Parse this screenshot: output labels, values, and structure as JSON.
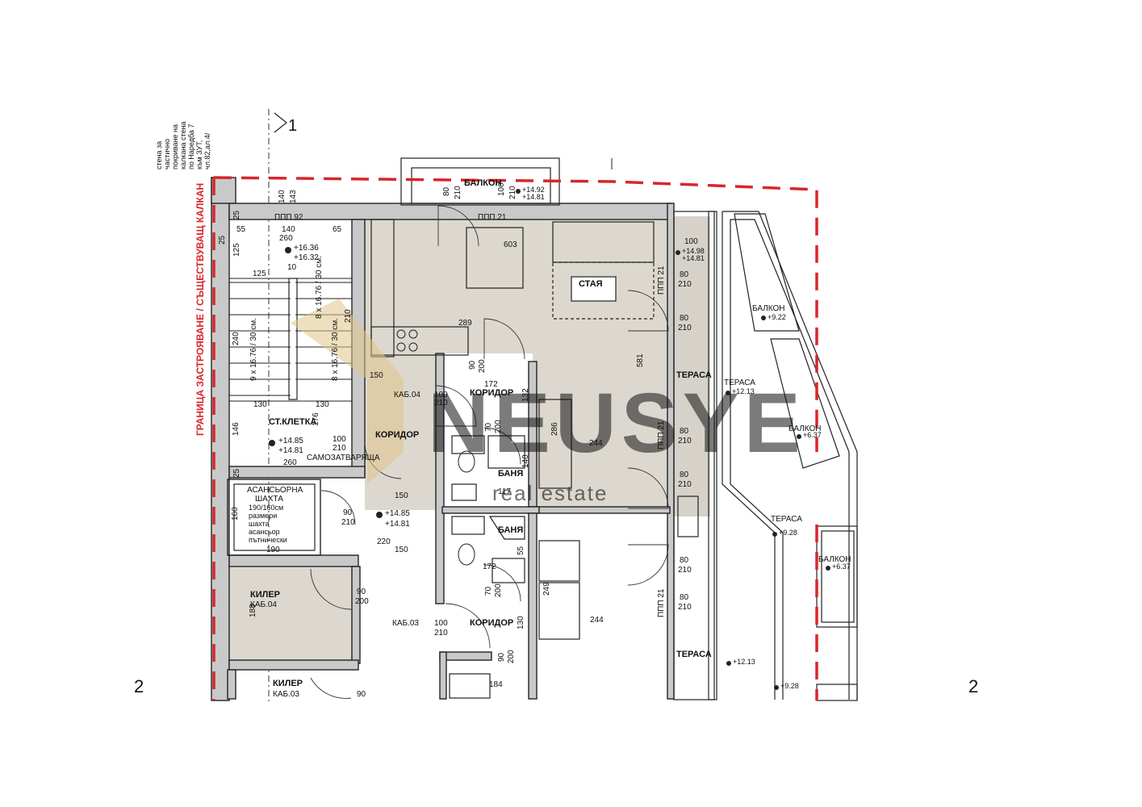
{
  "section_marker": "1",
  "axis_left": "2",
  "axis_right": "2",
  "side_note": [
    "стена за",
    "частично",
    "покриване на",
    "калкана стена",
    "по Наредба 7",
    "към ЗУТ,",
    "чл.82,ал.4/"
  ],
  "boundary_label": "ГРАНИЦА ЗАСТРОЯВАНЕ / СЪЩЕСТВУВАЩ КАЛКАН",
  "rooms": {
    "balcony_top": "БАЛКОН",
    "stair": "СТ.КЛЕТКА",
    "corridor_left": "КОРИДОР",
    "cab04_tag": "КАБ.04",
    "cab03_tag": "КАБ.03",
    "corridor1": "КОРИДОР",
    "corridor2": "КОРИДОР",
    "bath1": "БАНЯ",
    "bath2": "БАНЯ",
    "room": "СТАЯ",
    "terrace1": "ТЕРАСА",
    "terrace2": "ТЕРАСА",
    "terrace3": "ТЕРАСА",
    "terrace4": "ТЕРАСА",
    "balcony_r1": "БАЛКОН",
    "balcony_r2": "БАЛКОН",
    "balcony_r3": "БАЛКОН",
    "storage1": "КИЛЕР",
    "storage1_sub": "КАБ.04",
    "storage2": "КИЛЕР",
    "storage2_sub": "КАБ.03",
    "self_closing": "САМОЗАТВАРЯЩА"
  },
  "elevator_note": [
    "АСАНСЬОРНА",
    "ШАХТА",
    "190/160см",
    "размери",
    "шахта",
    "асансьор",
    "пътнически"
  ],
  "levels": {
    "l1": "+16.36",
    "l2": "+16.32",
    "l3": "+14.85",
    "l4": "+14.81",
    "l5": "+14.85",
    "l6": "+14.81",
    "l7": "+14.92",
    "l8": "+14.81",
    "l9": "+14.98",
    "l10": "+14.81",
    "l11": "+12.13",
    "l12": "+12.13",
    "l13": "+9.22",
    "l14": "+9.28",
    "l15": "+9.28",
    "l16": "+6.37",
    "l17": "+6.37"
  },
  "ppp": {
    "p92": "ППП 92",
    "p21a": "ППП 21",
    "p21b": "ППП 21",
    "p21c": "ППП 21",
    "p21d": "ППП 21"
  },
  "stairs": {
    "run1": "9 x 16.76 / 30 см.",
    "run2": "8 x 16.76 / 30 см.",
    "run3": "8 x 16.76 / 30 см."
  },
  "dims": {
    "d140": "140",
    "d143": "143",
    "d25a": "25",
    "d55": "55",
    "d140b": "140",
    "d65": "65",
    "d25b": "25",
    "d260": "260",
    "d125a": "125",
    "d125b": "125",
    "d10": "10",
    "d240": "240",
    "d210a": "210",
    "d130a": "130",
    "d130b": "130",
    "d146": "146",
    "d176": "176",
    "d150a": "150",
    "d100a": "100",
    "d210b": "210",
    "d260b": "260",
    "d25c": "25",
    "d80a": "80",
    "d210c": "210",
    "d100b": "100",
    "d210d": "210",
    "d603": "603",
    "d289": "289",
    "d90a": "90",
    "d200a": "200",
    "d172a": "172",
    "d132": "132",
    "d100c": "100",
    "d210e": "210",
    "d70a": "70",
    "d200b": "200",
    "d286": "286",
    "d244a": "244",
    "d140c": "140",
    "d117": "117",
    "d581": "581",
    "d100d": "100",
    "d80b": "80",
    "d210f": "210",
    "d80c": "80",
    "d210g": "210",
    "d80d": "80",
    "d210h": "210",
    "d80e": "80",
    "d210i": "210",
    "d80f": "80",
    "d210j": "210",
    "d80g": "80",
    "d210k": "210",
    "d150b": "150",
    "d90b": "90",
    "d210l": "210",
    "d220": "220",
    "d150c": "150",
    "d190": "190",
    "d160": "160",
    "d172b": "172",
    "d55b": "55",
    "d70b": "70",
    "d200c": "200",
    "d249": "249",
    "d244b": "244",
    "d90c": "90",
    "d200d": "200",
    "d188": "188",
    "d100e": "100",
    "d210m": "210",
    "d130c": "130",
    "d90d": "90",
    "d200e": "200",
    "d184": "184",
    "d90e": "90"
  },
  "watermark": "NEUSYE",
  "watermark_sub": "real estate"
}
